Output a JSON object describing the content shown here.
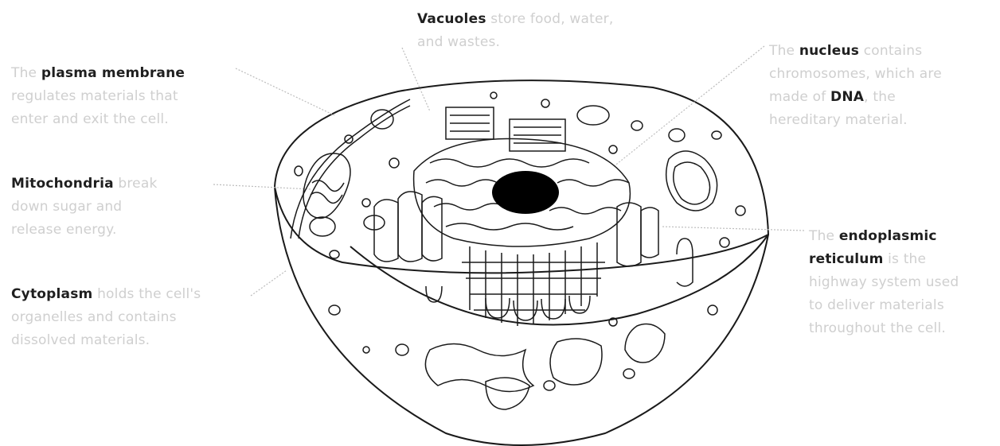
{
  "labels": {
    "vacuoles": {
      "term": "Vacuoles",
      "text": " store food, water,",
      "text2": "and wastes."
    },
    "plasma": {
      "pre": "The ",
      "term": "plasma membrane",
      "text": "regulates materials that",
      "text2": "enter and exit the cell."
    },
    "nucleus": {
      "pre": "The ",
      "term": "nucleus",
      "text": " contains",
      "text2": "chromosomes, which are",
      "text3a": "made of ",
      "term2": "DNA",
      "text3b": ", the",
      "text4": "hereditary material."
    },
    "mitochondria": {
      "term": "Mitochondria",
      "text": " break",
      "text2": "down sugar and",
      "text3": "release energy."
    },
    "er": {
      "pre": "The ",
      "term": "endoplasmic",
      "term2": "reticulum",
      "text": " is the",
      "text2": "highway system used",
      "text3": "to deliver materials",
      "text4": "throughout the cell."
    },
    "cytoplasm": {
      "term": "Cytoplasm",
      "text": " holds the cell's",
      "text2": "organelles and contains",
      "text3": "dissolved materials."
    }
  },
  "colors": {
    "line": "#1a1a1a",
    "faint_text": "#cfcfcf",
    "term_text": "#1f1f1f",
    "nucleolus": "#000000"
  }
}
